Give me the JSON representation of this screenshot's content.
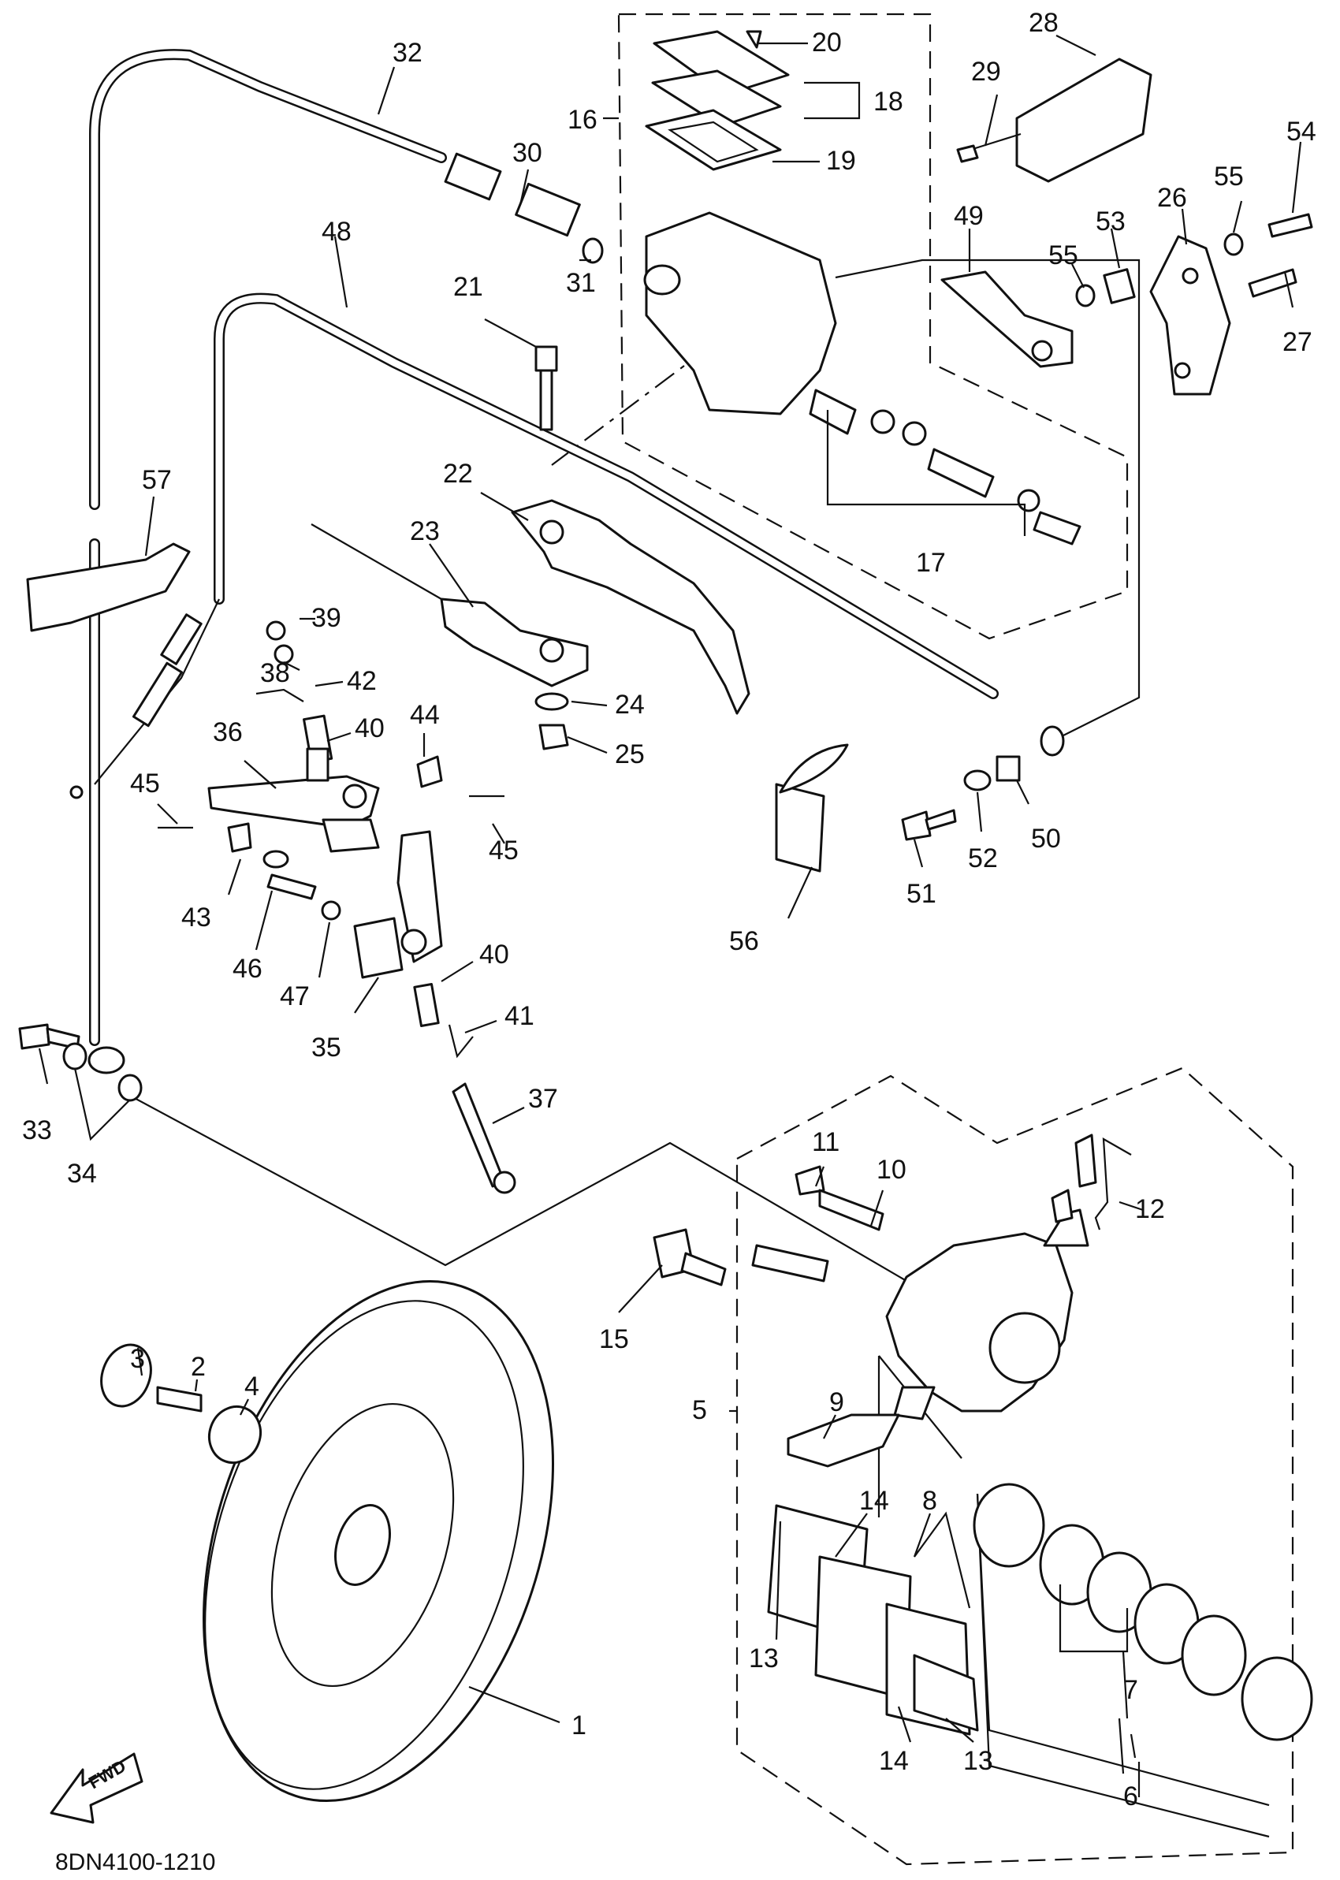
{
  "diagram_code": "8DN4100-1210",
  "direction_arrow": "FWD",
  "part_numbers": [
    "1",
    "2",
    "3",
    "4",
    "5",
    "6",
    "7",
    "8",
    "9",
    "10",
    "11",
    "12",
    "13",
    "14",
    "15",
    "16",
    "17",
    "18",
    "19",
    "20",
    "21",
    "22",
    "23",
    "24",
    "25",
    "26",
    "27",
    "28",
    "29",
    "30",
    "31",
    "32",
    "33",
    "34",
    "35",
    "36",
    "37",
    "38",
    "39",
    "40",
    "41",
    "42",
    "43",
    "44",
    "45",
    "46",
    "47",
    "48",
    "49",
    "50",
    "51",
    "52",
    "53",
    "54",
    "55",
    "56",
    "57"
  ],
  "callouts": {
    "c20": "20",
    "c28": "28",
    "c18": "18",
    "c29": "29",
    "c32": "32",
    "c16": "16",
    "c19": "19",
    "c30": "30",
    "c54": "54",
    "c55a": "55",
    "c53": "53",
    "c26": "26",
    "c49": "49",
    "c55b": "55",
    "c48": "48",
    "c31": "31",
    "c21": "21",
    "c27": "27",
    "c57": "57",
    "c22": "22",
    "c17": "17",
    "c23": "23",
    "c39": "39",
    "c38": "38",
    "c42": "42",
    "c24": "24",
    "c40a": "40",
    "c36": "36",
    "c44": "44",
    "c25": "25",
    "c45a": "45",
    "c50": "50",
    "c52": "52",
    "c45b": "45",
    "c43": "43",
    "c51": "51",
    "c46": "46",
    "c56": "56",
    "c47": "47",
    "c40b": "40",
    "c41": "41",
    "c35": "35",
    "c37": "37",
    "c33": "33",
    "c34": "34",
    "c11": "11",
    "c10": "10",
    "c12": "12",
    "c15": "15",
    "c3": "3",
    "c2": "2",
    "c4": "4",
    "c9": "9",
    "c5": "5",
    "c14a": "14",
    "c8": "8",
    "c13a": "13",
    "c7": "7",
    "c1": "1",
    "c14b": "14",
    "c13b": "13",
    "c6": "6"
  },
  "colors": {
    "ink": "#111111",
    "paper": "#ffffff"
  }
}
